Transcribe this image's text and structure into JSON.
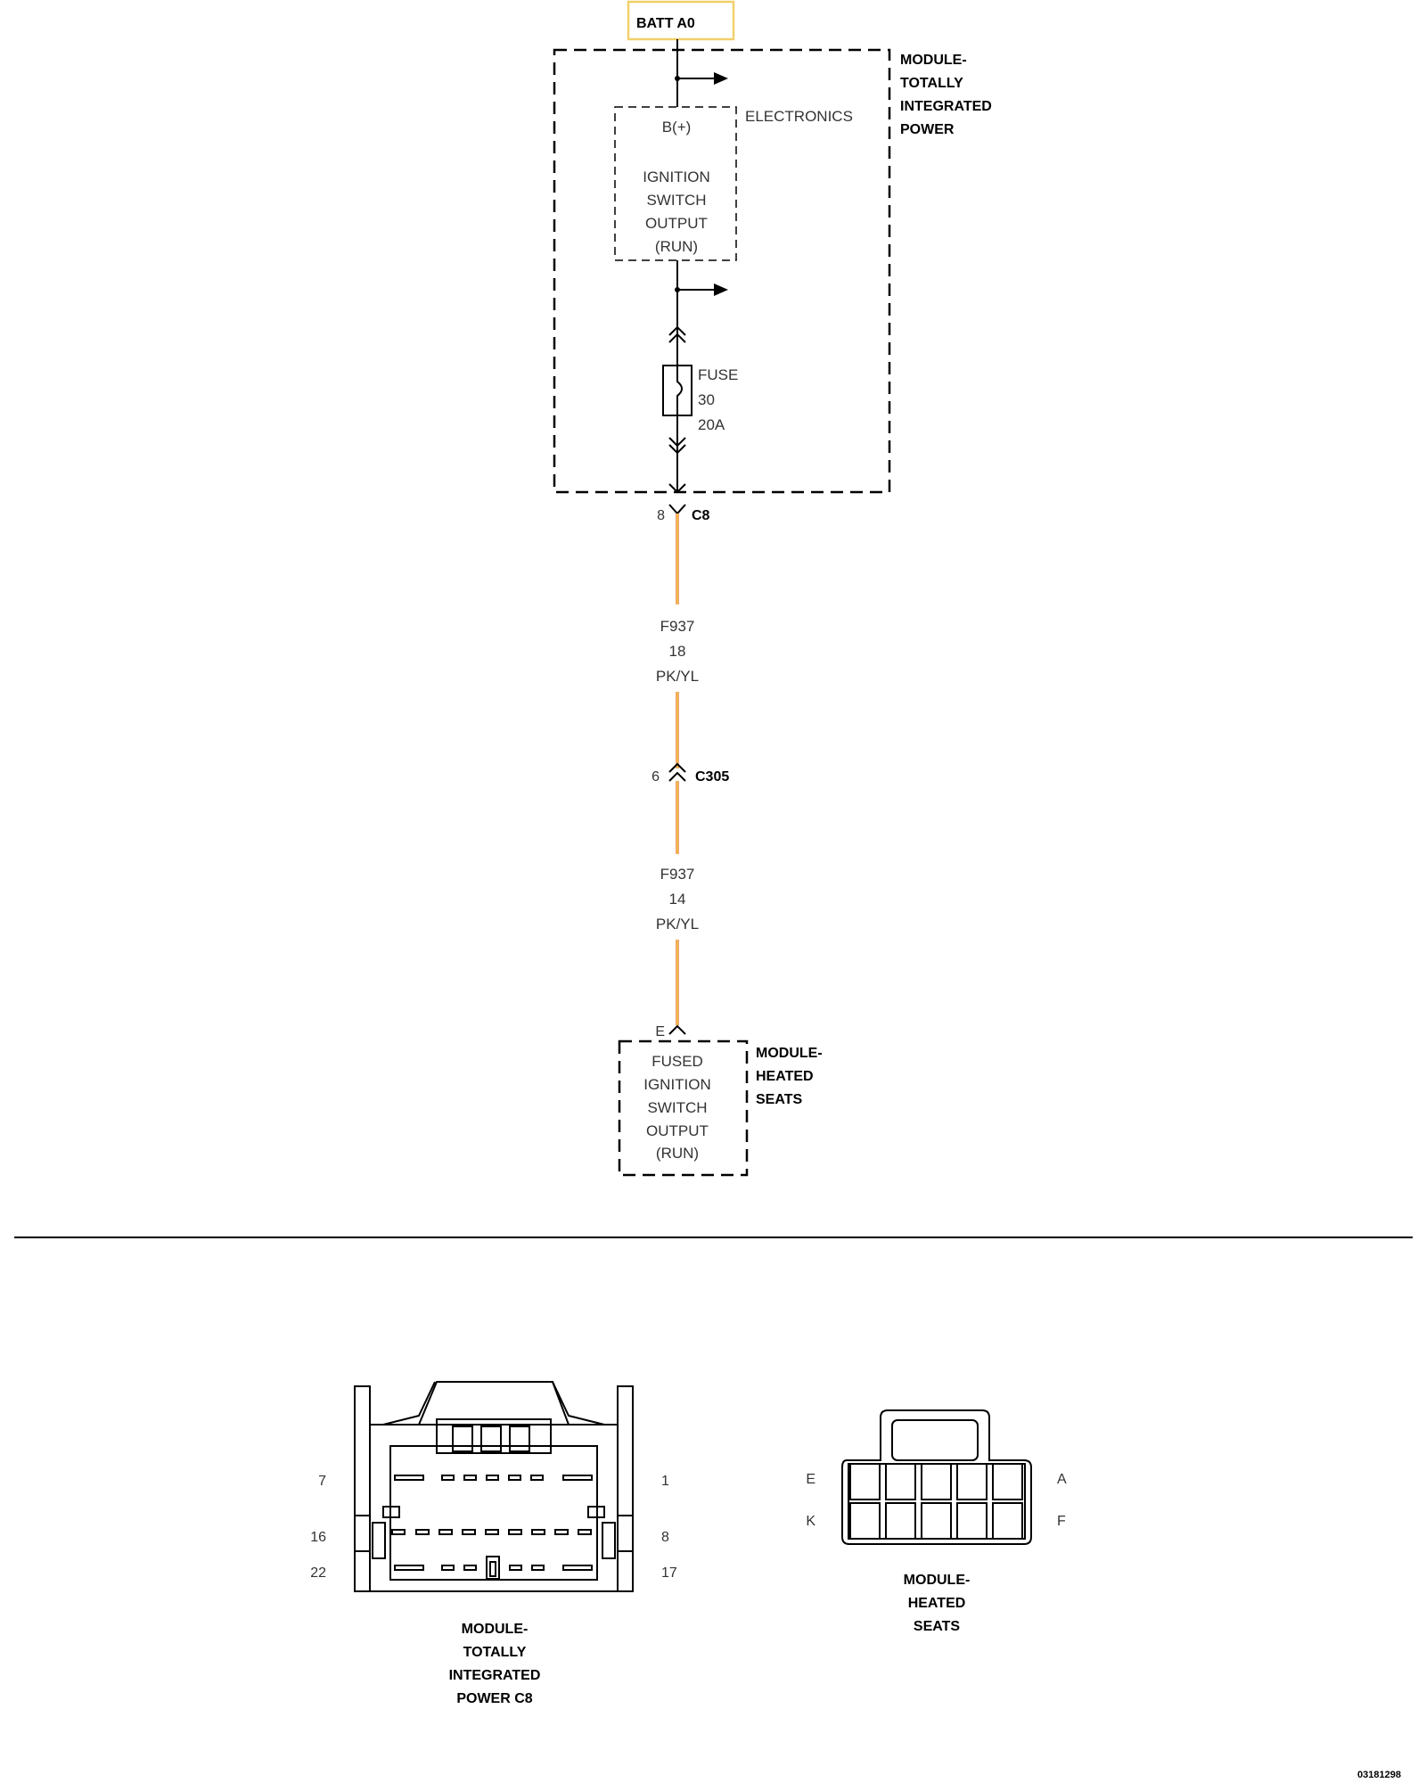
{
  "batt_label": "BATT A0",
  "module_tip": {
    "lines": [
      "MODULE-",
      "TOTALLY",
      "INTEGRATED",
      "POWER"
    ]
  },
  "electronics": {
    "title": "ELECTRONICS",
    "bplus": "B(+)",
    "lines": [
      "IGNITION",
      "SWITCH",
      "OUTPUT",
      "(RUN)"
    ]
  },
  "fuse": {
    "lines": [
      "FUSE",
      "30",
      "20A"
    ]
  },
  "connector_c8": {
    "pin": "8",
    "name": "C8"
  },
  "wire_1": {
    "lines": [
      "F937",
      "18",
      "PK/YL"
    ]
  },
  "connector_c305": {
    "pin": "6",
    "name": "C305"
  },
  "wire_2": {
    "lines": [
      "F937",
      "14",
      "PK/YL"
    ]
  },
  "heated_seats": {
    "pin": "E",
    "lines": [
      "FUSED",
      "IGNITION",
      "SWITCH",
      "OUTPUT",
      "(RUN)"
    ],
    "title_lines": [
      "MODULE-",
      "HEATED",
      "SEATS"
    ]
  },
  "c8_view": {
    "pins": {
      "top_left": "7",
      "top_right": "1",
      "mid_left": "16",
      "mid_right": "8",
      "bot_left": "22",
      "bot_right": "17"
    },
    "caption_lines": [
      "MODULE-",
      "TOTALLY",
      "INTEGRATED",
      "POWER C8"
    ]
  },
  "seat_view": {
    "pins": {
      "top_left": "E",
      "top_right": "A",
      "bot_left": "K",
      "bot_right": "F"
    },
    "caption_lines": [
      "MODULE-",
      "HEATED",
      "SEATS"
    ]
  },
  "figure_id": "03181298",
  "colors": {
    "wire": "#f3a07a",
    "wire_stripe": "#f0c82a",
    "batt_box": "#f2d06b"
  }
}
